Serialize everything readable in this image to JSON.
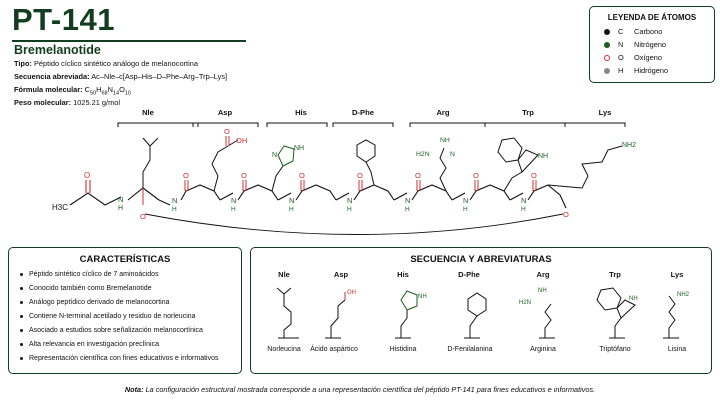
{
  "title": "PT-141",
  "subtitle": "Bremelanotide",
  "info": {
    "tipo_label": "Tipo:",
    "tipo_value": "Péptido cíclico sintético análogo de melanocortina",
    "secuencia_label": "Secuencia abreviada:",
    "secuencia_value": "Ac–Nle–c[Asp–His–D–Phe–Arg–Trp–Lys]",
    "formula_label": "Fórmula molecular:",
    "formula_value": "C50H68N14O10",
    "peso_label": "Peso molecular:",
    "peso_value": "1025.21 g/mol"
  },
  "legend": {
    "title": "LEYENDA DE ÁTOMOS",
    "items": [
      {
        "symbol": "C",
        "name": "Carbono",
        "color": "#111111"
      },
      {
        "symbol": "N",
        "name": "Nitrógeno",
        "color": "#1b5e20"
      },
      {
        "symbol": "O",
        "name": "Oxígeno",
        "color": "#d32f2f"
      },
      {
        "symbol": "H",
        "name": "Hidrógeno",
        "color": "#888888"
      }
    ]
  },
  "residues": [
    "Nle",
    "Asp",
    "His",
    "D-Phe",
    "Arg",
    "Trp",
    "Lys"
  ],
  "structure_labels": {
    "carbonyl_O": "O",
    "amide_N": "N",
    "amide_H": "H",
    "acetyl": "H3C",
    "oh": "OH",
    "nh2": "H2N",
    "nh": "NH",
    "nh_ring": "N",
    "lys_nh2": "NH2"
  },
  "features": {
    "title": "CARACTERÍSTICAS",
    "items": [
      "Péptido sintético cíclico de 7 aminoácidos",
      "Conocido también como Bremelanotide",
      "Análogo peptídico derivado de melanocortina",
      "Contiene N-terminal acetilado y residuo de norleucina",
      "Asociado a estudios sobre señalización melanocortínica",
      "Alta relevancia en investigación preclínica",
      "Representación científica con fines educativos e informativos"
    ]
  },
  "sequence": {
    "title": "SECUENCIA Y ABREVIATURAS",
    "cards": [
      {
        "abbr": "Nle",
        "name": "Norleucina"
      },
      {
        "abbr": "Asp",
        "name": "Ácido aspártico"
      },
      {
        "abbr": "His",
        "name": "Histidina"
      },
      {
        "abbr": "D-Phe",
        "name": "D-Fenilalanina"
      },
      {
        "abbr": "Arg",
        "name": "Arginina"
      },
      {
        "abbr": "Trp",
        "name": "Triptófano"
      },
      {
        "abbr": "Lys",
        "name": "Lisina"
      }
    ]
  },
  "note": {
    "label": "Nota:",
    "text": "La configuración estructural mostrada corresponde a una representación científica del péptido PT-141 para fines educativos e informativos."
  },
  "colors": {
    "brand": "#123d1f",
    "nitrogen": "#1b5e20",
    "oxygen": "#d32f2f",
    "carbon": "#111111"
  }
}
